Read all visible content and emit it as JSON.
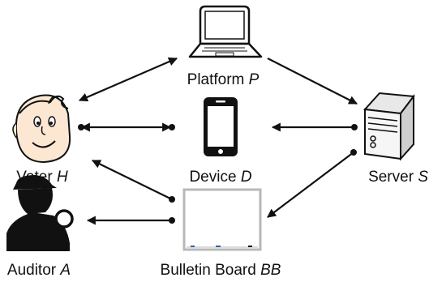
{
  "nodes": {
    "platform": {
      "name": "Platform",
      "symbol": "P",
      "icon": "laptop-icon"
    },
    "voter": {
      "name": "Voter",
      "symbol": "H",
      "icon": "voter-face-icon"
    },
    "device": {
      "name": "Device",
      "symbol": "D",
      "icon": "smartphone-icon"
    },
    "server": {
      "name": "Server",
      "symbol": "S",
      "icon": "server-tower-icon"
    },
    "auditor": {
      "name": "Auditor",
      "symbol": "A",
      "icon": "detective-icon"
    },
    "bulletin_board": {
      "name": "Bulletin Board",
      "symbol": "BB",
      "icon": "whiteboard-icon"
    }
  },
  "edges": [
    {
      "from": "voter",
      "to": "platform",
      "style": "arrow-both"
    },
    {
      "from": "platform",
      "to": "server",
      "style": "arrow-end"
    },
    {
      "from": "voter",
      "to": "device",
      "style": "dot-dot-arrow-both"
    },
    {
      "from": "server",
      "to": "device",
      "style": "dot-start-arrow-end"
    },
    {
      "from": "server",
      "to": "bulletin_board",
      "style": "dot-start-arrow-end"
    },
    {
      "from": "bulletin_board",
      "to": "voter",
      "style": "dot-start-arrow-end"
    },
    {
      "from": "bulletin_board",
      "to": "auditor",
      "style": "dot-start-arrow-end"
    }
  ],
  "colors": {
    "ink": "#111111",
    "board_frame": "#b8b8b8",
    "face_skin": "#fbe7d2"
  }
}
